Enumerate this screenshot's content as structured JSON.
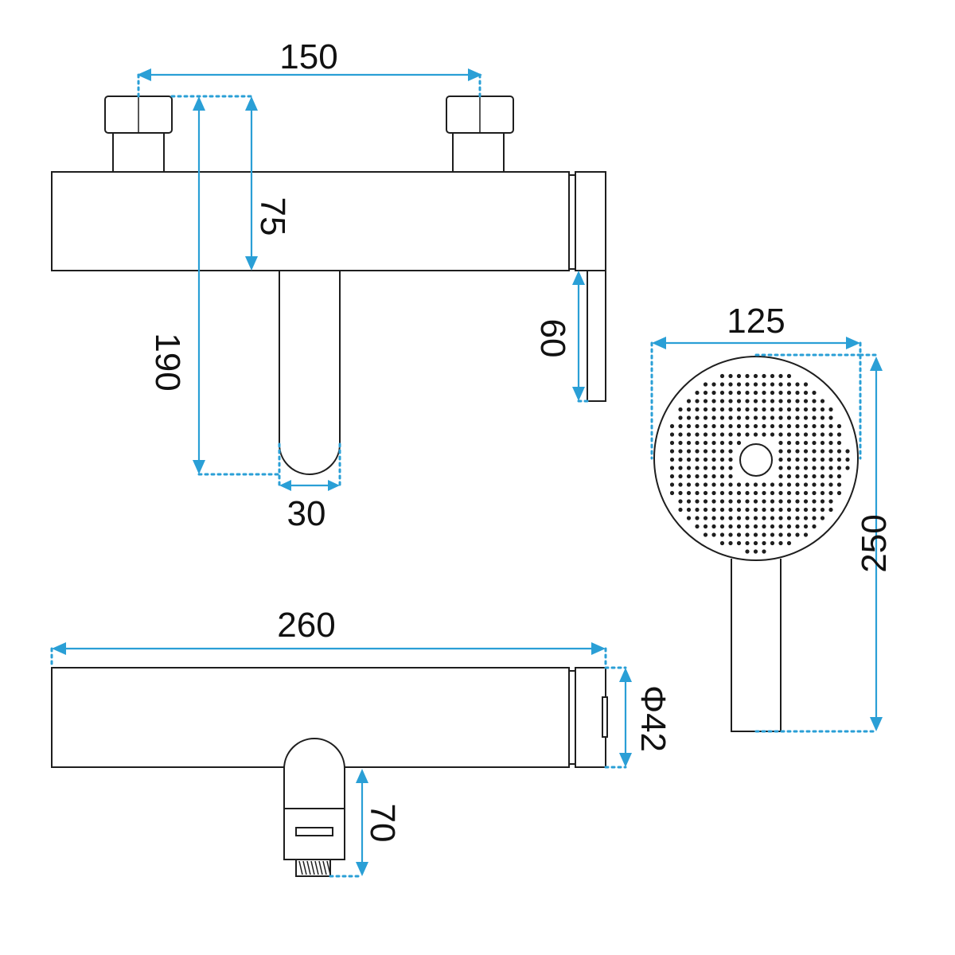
{
  "dimensions": {
    "top_width": "150",
    "inlet_depth": "75",
    "outlet_height": "190",
    "outlet_diameter": "30",
    "lever_height": "60",
    "head_width": "125",
    "handshower_length": "250",
    "body_length": "260",
    "body_diameter": "Φ42",
    "outlet_drop": "70"
  },
  "colors": {
    "dimension": "#2a9fd6",
    "outline": "#1e1e1e"
  }
}
